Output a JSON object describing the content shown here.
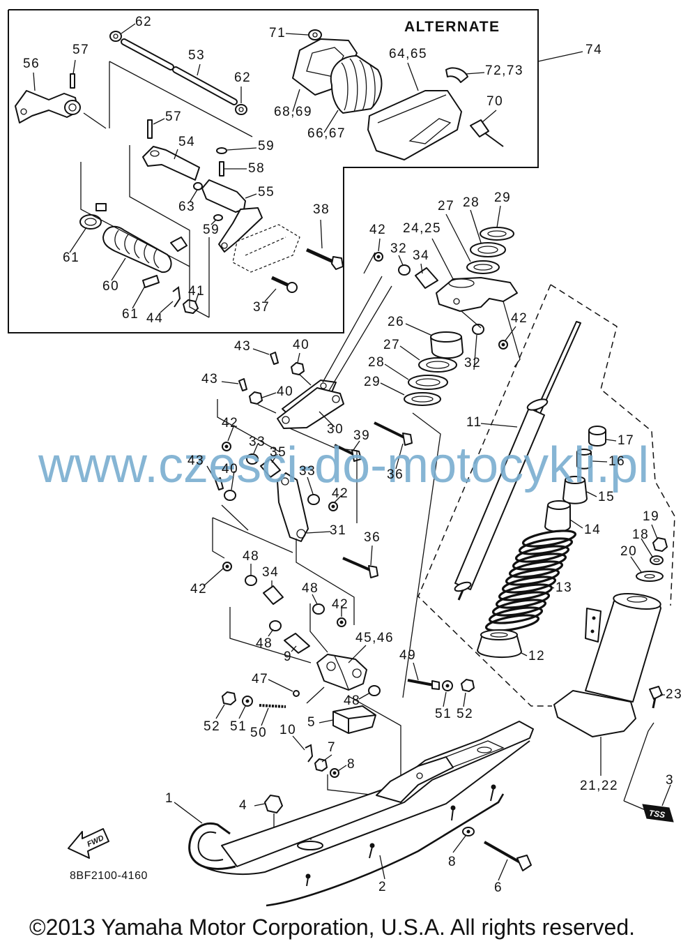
{
  "diagram": {
    "alternate_label": "ALTERNATE",
    "part_code": "8BF2100-4160",
    "fwd_label": "FWD",
    "badge_label": "TSS",
    "watermark": "www.czesci-do-motocykli.pl",
    "copyright": "©2013 Yamaha Motor Corporation, U.S.A. All rights reserved.",
    "callouts": [
      "62",
      "57",
      "56",
      "53",
      "62",
      "71",
      "74",
      "64,65",
      "72,73",
      "70",
      "68,69",
      "66,67",
      "57",
      "54",
      "59",
      "58",
      "55",
      "63",
      "59",
      "38",
      "61",
      "60",
      "61",
      "44",
      "41",
      "37",
      "42",
      "32",
      "34",
      "24,25",
      "27",
      "28",
      "29",
      "42",
      "26",
      "27",
      "28",
      "29",
      "32",
      "43",
      "40",
      "43",
      "40",
      "30",
      "11",
      "42",
      "33",
      "35",
      "39",
      "17",
      "16",
      "43",
      "40",
      "33",
      "36",
      "15",
      "42",
      "31",
      "14",
      "19",
      "18",
      "20",
      "36",
      "48",
      "34",
      "42",
      "13",
      "48",
      "42",
      "45,46",
      "48",
      "9",
      "49",
      "12",
      "47",
      "48",
      "23",
      "52",
      "51",
      "50",
      "51",
      "52",
      "5",
      "10",
      "7",
      "8",
      "21,22",
      "3",
      "1",
      "4",
      "8",
      "2",
      "6"
    ]
  }
}
